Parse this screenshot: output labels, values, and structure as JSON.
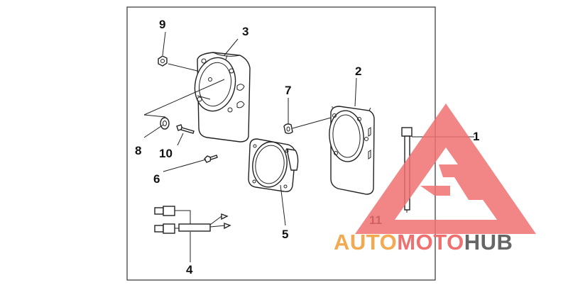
{
  "diagram": {
    "callouts": [
      {
        "id": "1",
        "label": "1"
      },
      {
        "id": "2",
        "label": "2"
      },
      {
        "id": "3",
        "label": "3"
      },
      {
        "id": "4",
        "label": "4"
      },
      {
        "id": "5",
        "label": "5"
      },
      {
        "id": "6",
        "label": "6"
      },
      {
        "id": "7",
        "label": "7"
      },
      {
        "id": "8",
        "label": "8"
      },
      {
        "id": "9",
        "label": "9"
      },
      {
        "id": "10",
        "label": "10"
      },
      {
        "id": "11",
        "label": "11"
      }
    ]
  },
  "watermark": {
    "part1": "AUTO",
    "part2": "MOTO",
    "part3": "HUB",
    "colors": {
      "orange": "#f2a950",
      "red": "#f07070",
      "gray": "#666666",
      "triangle": "#f07070"
    }
  }
}
